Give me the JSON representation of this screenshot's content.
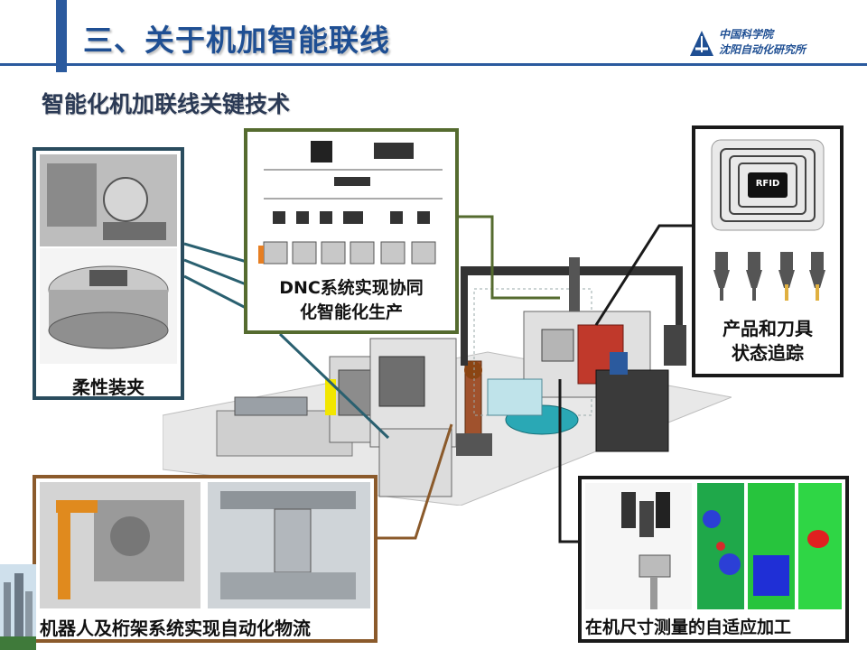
{
  "header": {
    "title": "三、关于机加智能联线",
    "subtitle": "智能化机加联线关键技术",
    "logo_line1": "中国科学院",
    "logo_line2": "沈阳自动化研究所"
  },
  "panels": {
    "fixture": {
      "label": "柔性装夹"
    },
    "dnc": {
      "label_line1": "DNC系统实现协同",
      "label_line2": "化智能化生产"
    },
    "rfid": {
      "badge": "RFID",
      "label_line1": "产品和刀具",
      "label_line2": "状态追踪"
    },
    "robot": {
      "label": "机器人及桁架系统实现自动化物流"
    },
    "measure": {
      "label": "在机尺寸测量的自适应加工"
    }
  },
  "colors": {
    "title": "#1f4f93",
    "fixture_border": "#2a4c5e",
    "dnc_border": "#556b2f",
    "robot_border": "#8b5a2b",
    "rfid_border": "#1a1a1a"
  }
}
